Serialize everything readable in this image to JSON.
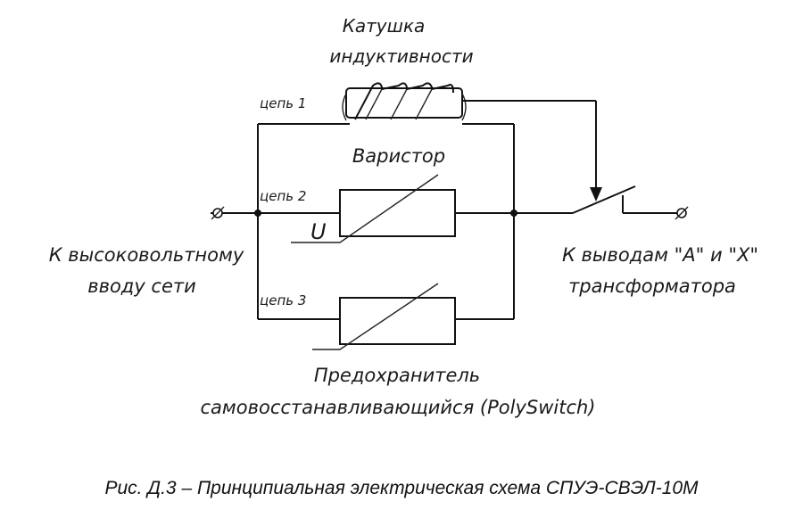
{
  "diagram": {
    "inductor_label": [
      "Катушка",
      "индуктивности"
    ],
    "circuit_1": "цепь 1",
    "circuit_2": "цепь 2",
    "circuit_3": "цепь 3",
    "varistor_label": "Варистор",
    "voltage_symbol": "U",
    "input_label": [
      "К высоковольтному",
      "вводу сети"
    ],
    "output_label": [
      "К выводам \"А\" и \"Х\"",
      "трансформатора"
    ],
    "fuse_label": [
      "Предохранитель",
      "самовосстанавливающийся (PolySwitch)"
    ]
  },
  "caption": "Рис. Д.3 – Принципиальная электрическая схема СПУЭ-СВЭЛ-10М"
}
